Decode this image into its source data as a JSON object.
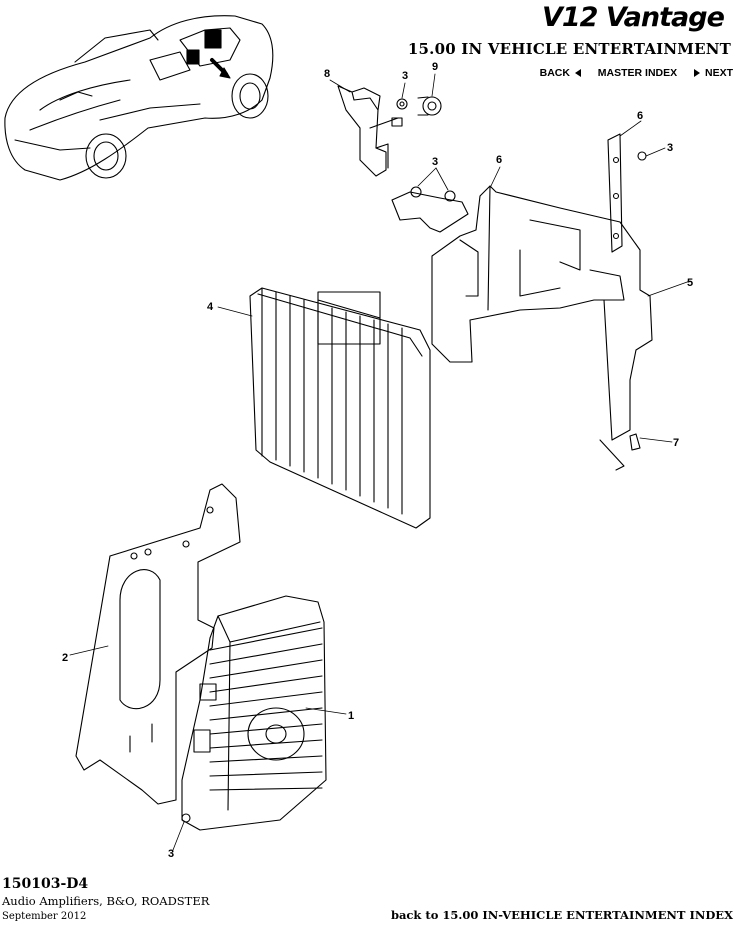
{
  "header": {
    "brand_text": "V12 Vantage",
    "section_title": "15.00 IN VEHICLE ENTERTAINMENT",
    "nav": {
      "back": "BACK",
      "master_index": "MASTER INDEX",
      "next": "NEXT"
    }
  },
  "diagram": {
    "callouts": {
      "c1": "1",
      "c2": "2",
      "c3a": "3",
      "c3b": "3",
      "c3c": "3",
      "c3d": "3",
      "c4": "4",
      "c5": "5",
      "c6a": "6",
      "c6b": "6",
      "c7": "7",
      "c8": "8",
      "c9": "9"
    }
  },
  "footer": {
    "code": "150103-D4",
    "description": "Audio Amplifiers, B&O, ROADSTER",
    "date": "September 2012",
    "back_link": "back to 15.00 IN-VEHICLE ENTERTAINMENT INDEX"
  }
}
